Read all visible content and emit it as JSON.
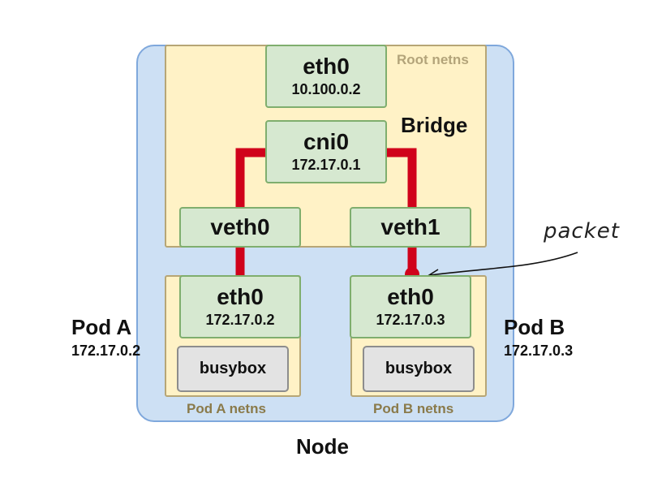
{
  "node": {
    "label": "Node"
  },
  "root_netns": {
    "label": "Root netns",
    "bridge_label": "Bridge",
    "eth0": {
      "name": "eth0",
      "ip": "10.100.0.2"
    },
    "cni0": {
      "name": "cni0",
      "ip": "172.17.0.1"
    },
    "veth0": {
      "name": "veth0"
    },
    "veth1": {
      "name": "veth1"
    }
  },
  "pod_a": {
    "label": "Pod A",
    "ip": "172.17.0.2",
    "netns_label": "Pod A netns",
    "eth0": {
      "name": "eth0",
      "ip": "172.17.0.2"
    },
    "container": "busybox"
  },
  "pod_b": {
    "label": "Pod B",
    "ip": "172.17.0.3",
    "netns_label": "Pod B netns",
    "eth0": {
      "name": "eth0",
      "ip": "172.17.0.3"
    },
    "container": "busybox"
  },
  "annotation": {
    "text": "packet"
  },
  "colors": {
    "node_fill": "#cde0f4",
    "netns_fill": "#fff2c6",
    "iface_fill": "#d6e8d0",
    "container_fill": "#e3e3e3",
    "wire": "#d0021b"
  }
}
